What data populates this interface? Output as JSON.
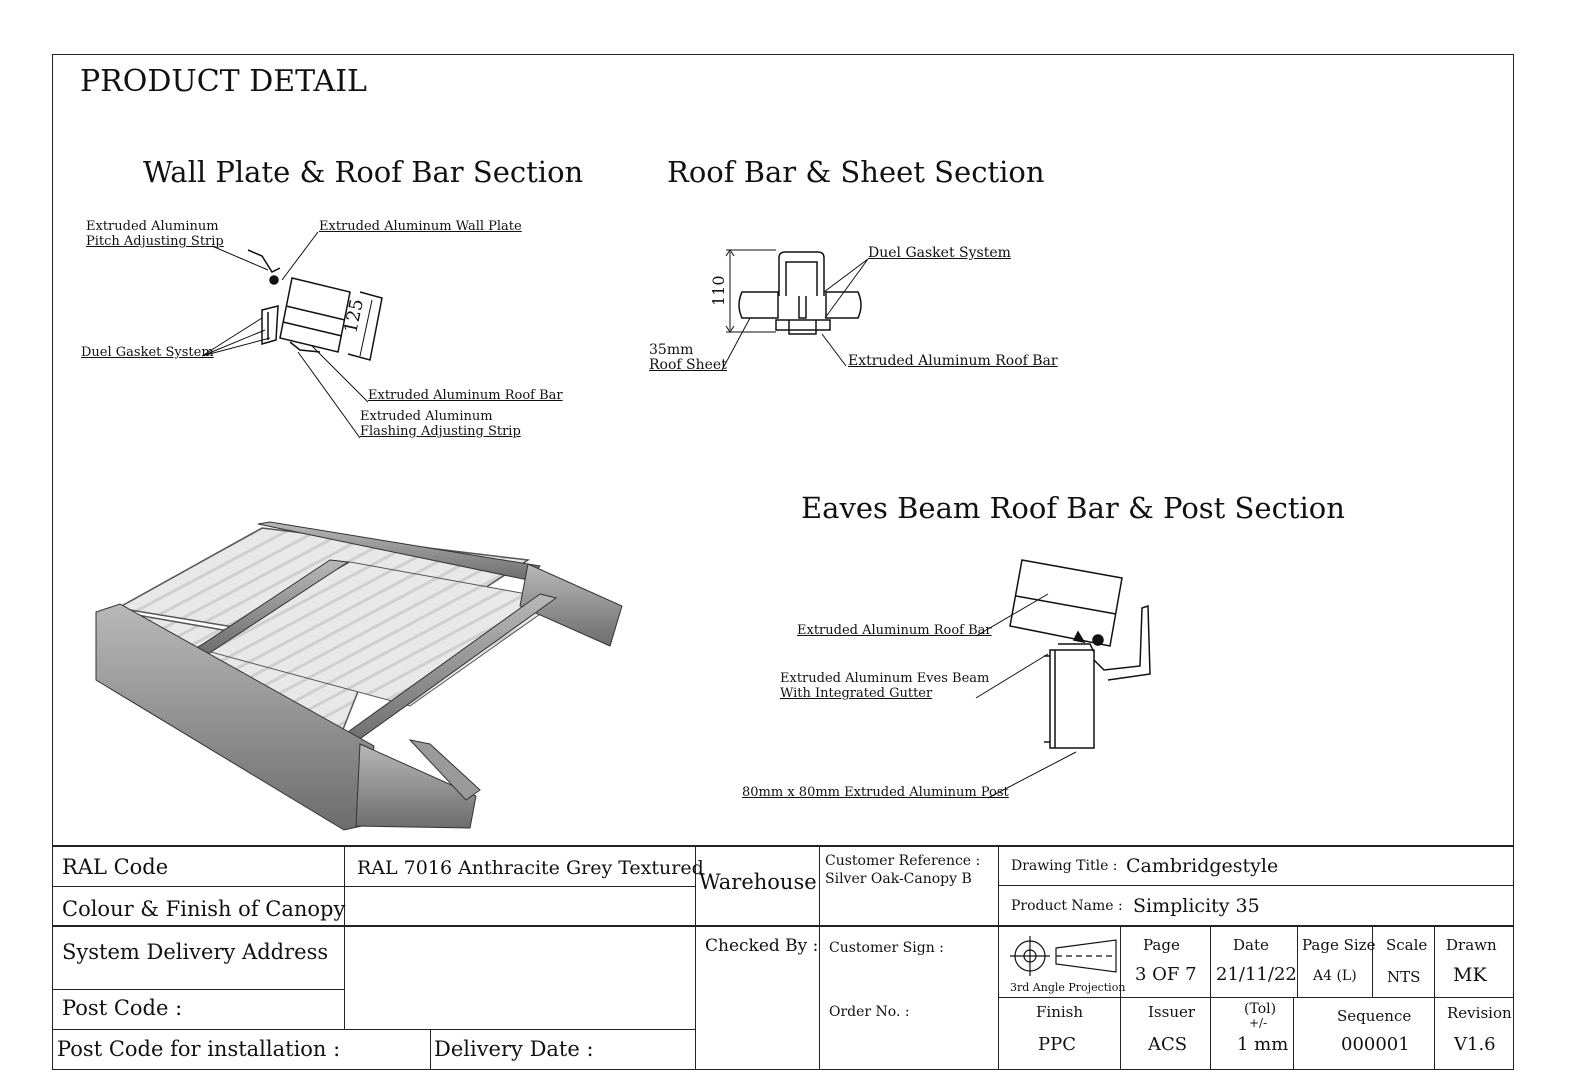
{
  "page": {
    "heading": "PRODUCT DETAIL"
  },
  "sections": {
    "wall_plate": {
      "title": "Wall Plate & Roof Bar Section",
      "labels": {
        "pitch_strip_l1": "Extruded Aluminum",
        "pitch_strip_l2": "Pitch Adjusting Strip",
        "wall_plate": "Extruded Aluminum Wall Plate",
        "gasket": "Duel Gasket System",
        "roof_bar": "Extruded Aluminum Roof Bar",
        "flashing_l1": "Extruded Aluminum",
        "flashing_l2": "Flashing Adjusting Strip",
        "dimension": "125"
      }
    },
    "roof_sheet": {
      "title": "Roof Bar & Sheet Section",
      "labels": {
        "gasket": "Duel Gasket System",
        "sheet_l1": "35mm",
        "sheet_l2": "Roof Sheet",
        "roof_bar": "Extruded Aluminum Roof Bar",
        "dimension": "110"
      }
    },
    "eaves": {
      "title": "Eaves Beam Roof Bar & Post Section",
      "labels": {
        "roof_bar": "Extruded Aluminum Roof Bar",
        "eaves_l1": "Extruded Aluminum Eves Beam",
        "eaves_l2": "With Integrated Gutter",
        "post": "80mm x 80mm Extruded Aluminum Post"
      }
    }
  },
  "title_block": {
    "ral_label": "RAL Code",
    "ral_value": "RAL 7016 Anthracite Grey Textured",
    "colour_label": "Colour & Finish of Canopy",
    "colour_value": "",
    "warehouse": "Warehouse",
    "customer_ref_label": "Customer Reference :",
    "customer_ref_value": "Silver Oak-Canopy B",
    "drawing_title_label": "Drawing Title :",
    "drawing_title_value": "Cambridgestyle",
    "product_name_label": "Product Name :",
    "product_name_value": "Simplicity 35",
    "delivery_address_label": "System Delivery Address",
    "post_code_label": "Post Code :",
    "post_code_install_label": "Post Code for installation :",
    "delivery_date_label": "Delivery Date :",
    "checked_by_label": "Checked By :",
    "customer_sign_label": "Customer Sign :",
    "order_no_label": "Order No. :",
    "projection_label": "3rd Angle Projection",
    "page_label": "Page",
    "page_value": "3 OF 7",
    "date_label": "Date",
    "date_value": "21/11/22",
    "page_size_label": "Page Size",
    "page_size_value": "A4 (L)",
    "scale_label": "Scale",
    "scale_value": "NTS",
    "drawn_label": "Drawn",
    "drawn_value": "MK",
    "finish_label": "Finish",
    "finish_value": "PPC",
    "issuer_label": "Issuer",
    "issuer_value": "ACS",
    "tol_label_l1": "(Tol)",
    "tol_label_l2": "+/-",
    "tol_value": "1 mm",
    "sequence_label": "Sequence",
    "sequence_value": "000001",
    "revision_label": "Revision",
    "revision_value": "V1.6"
  }
}
